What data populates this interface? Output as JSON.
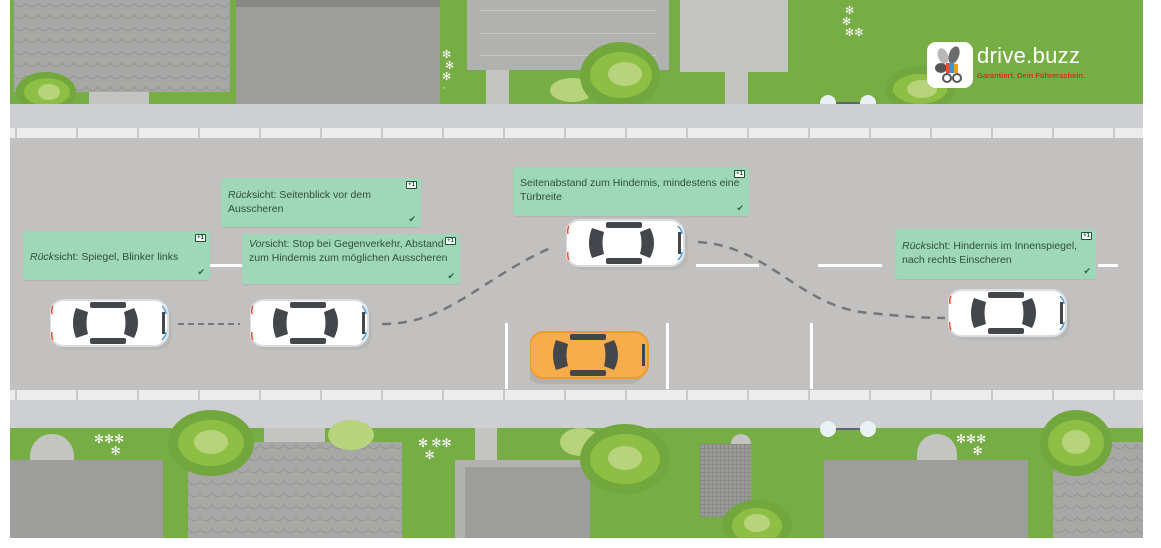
{
  "brand": {
    "name": "drive.buzz",
    "tagline": "Garantiert. Dein Führerschein.",
    "tagline_color": "#d6301f",
    "icon": "bee-icon"
  },
  "scene": {
    "title": "Vorbeifahren an einem Hindernis",
    "colors": {
      "lawn": "#78ad44",
      "road": "#c2c1bf",
      "sidewalk": "#cecfd3",
      "note_background": "#9fd7b9",
      "note_text": "#2f4f3c",
      "obstacle_car": "#f7ae4a",
      "driving_car": "#ffffff"
    }
  },
  "notes": [
    {
      "id": "n1",
      "prefix": "Rück",
      "text": "sicht: Spiegel, Blinker links",
      "points": "+1",
      "check": "✔"
    },
    {
      "id": "n2",
      "prefix": "Rück",
      "text": "sicht: Seitenblick vor dem Ausscheren",
      "points": "+1",
      "check": "✔"
    },
    {
      "id": "n3",
      "prefix": "Vor",
      "text": "sicht: Stop bei Gegenverkehr, Abstand zum Hindernis zum möglichen Ausscheren",
      "points": "+1",
      "check": "✔"
    },
    {
      "id": "n4",
      "prefix": "",
      "text": "Seitenabstand zum Hindernis, mindestens eine Türbreite",
      "points": "+1",
      "check": "✔"
    },
    {
      "id": "n5",
      "prefix": "Rück",
      "text": "sicht: Hindernis im Innenspiegel, nach rechts Einscheren",
      "points": "+1",
      "check": "✔"
    }
  ],
  "vehicles": [
    {
      "id": "car-1",
      "type": "driving-car",
      "color": "white",
      "step": 1
    },
    {
      "id": "car-2",
      "type": "driving-car",
      "color": "white",
      "step": 2
    },
    {
      "id": "car-3",
      "type": "driving-car",
      "color": "white",
      "step": 3
    },
    {
      "id": "car-4",
      "type": "driving-car",
      "color": "white",
      "step": 4
    },
    {
      "id": "obstacle",
      "type": "parked-car",
      "color": "orange"
    }
  ]
}
